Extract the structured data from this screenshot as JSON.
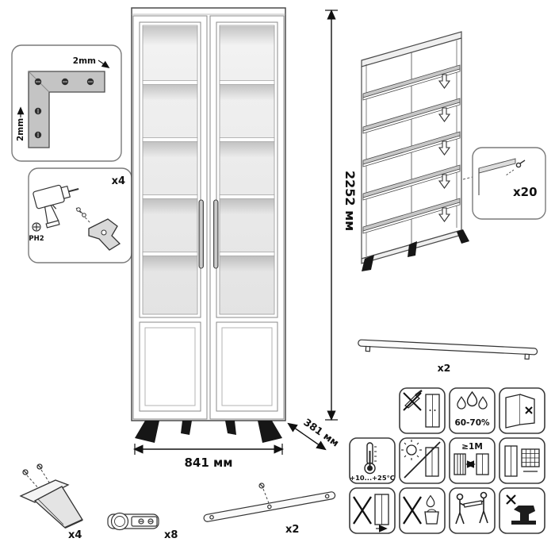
{
  "dimensions": {
    "height": "2252 мм",
    "width": "841 мм",
    "depth": "381 мм"
  },
  "corner_detail": {
    "gap_top": "2mm",
    "gap_side": "2mm"
  },
  "drill_detail": {
    "count": "x4",
    "bit": "PH2"
  },
  "pin_callout": {
    "count": "x20"
  },
  "handle": {
    "count": "x2"
  },
  "parts": {
    "leg": "x4",
    "hinge": "x8",
    "strap": "x2"
  },
  "care": {
    "humidity": "60-70%",
    "temperature": "+10...+25°C",
    "distance": "≥1M"
  },
  "icons": {
    "no_sharp_tools": "knife-with-cross-and-cabinet",
    "humidity": "water-drops",
    "no_door_force": "door-with-cross",
    "temperature_range": "thermometer",
    "no_direct_sunlight": "sun-slash-cabinet",
    "heat_distance": "radiator-arrow-cabinet",
    "ventilation_grid": "cabinet-and-mesh",
    "no_dragging": "cross-and-cabinet-arrow",
    "no_wet_cleaning": "cross-drop-bucket",
    "carry_two_people": "two-figures-carrying-panel",
    "no_heavy_load": "cross-and-anvil"
  },
  "colors": {
    "line": "#333333",
    "metal_gray": "#c4c4c4",
    "glass": "#ececec",
    "leg_black": "#161616"
  }
}
